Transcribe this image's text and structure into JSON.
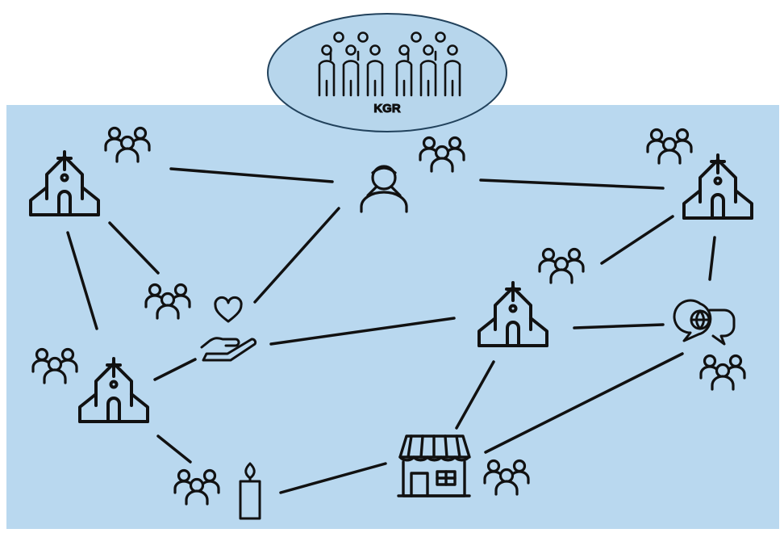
{
  "colors": {
    "background_panel": "#b9d8ef",
    "ellipse_fill": "#b7d6ec",
    "ellipse_stroke": "#22425c",
    "line": "#111111",
    "icon": "#111111"
  },
  "header": {
    "label": "KGR",
    "icon": "crowd-icon"
  },
  "nodes": [
    {
      "id": "church-top-left",
      "icon": "church-icon",
      "group_icon": "people-group-icon"
    },
    {
      "id": "person-top-center",
      "icon": "person-icon",
      "group_icon": "people-group-icon"
    },
    {
      "id": "church-top-right",
      "icon": "church-icon",
      "group_icon": "people-group-icon"
    },
    {
      "id": "charity-hand",
      "icon": "heart-hand-icon",
      "group_icon": "people-group-icon"
    },
    {
      "id": "church-center",
      "icon": "church-icon",
      "group_icon": "people-group-icon"
    },
    {
      "id": "chat-globe",
      "icon": "chat-globe-icon",
      "group_icon": "people-group-icon"
    },
    {
      "id": "church-bottom-left",
      "icon": "church-icon",
      "group_icon": "people-group-icon"
    },
    {
      "id": "candle",
      "icon": "candle-icon",
      "group_icon": "people-group-icon"
    },
    {
      "id": "shop",
      "icon": "shop-icon",
      "group_icon": "people-group-icon"
    }
  ],
  "edges": [
    [
      "church-top-left",
      "person-top-center"
    ],
    [
      "person-top-center",
      "church-top-right"
    ],
    [
      "church-top-left",
      "charity-hand"
    ],
    [
      "church-top-left",
      "church-bottom-left"
    ],
    [
      "person-top-center",
      "charity-hand"
    ],
    [
      "church-top-right",
      "church-center"
    ],
    [
      "church-top-right",
      "chat-globe"
    ],
    [
      "charity-hand",
      "church-center"
    ],
    [
      "church-center",
      "chat-globe"
    ],
    [
      "charity-hand",
      "church-bottom-left"
    ],
    [
      "church-bottom-left",
      "candle"
    ],
    [
      "candle",
      "shop"
    ],
    [
      "church-center",
      "shop"
    ],
    [
      "shop",
      "chat-globe"
    ]
  ]
}
